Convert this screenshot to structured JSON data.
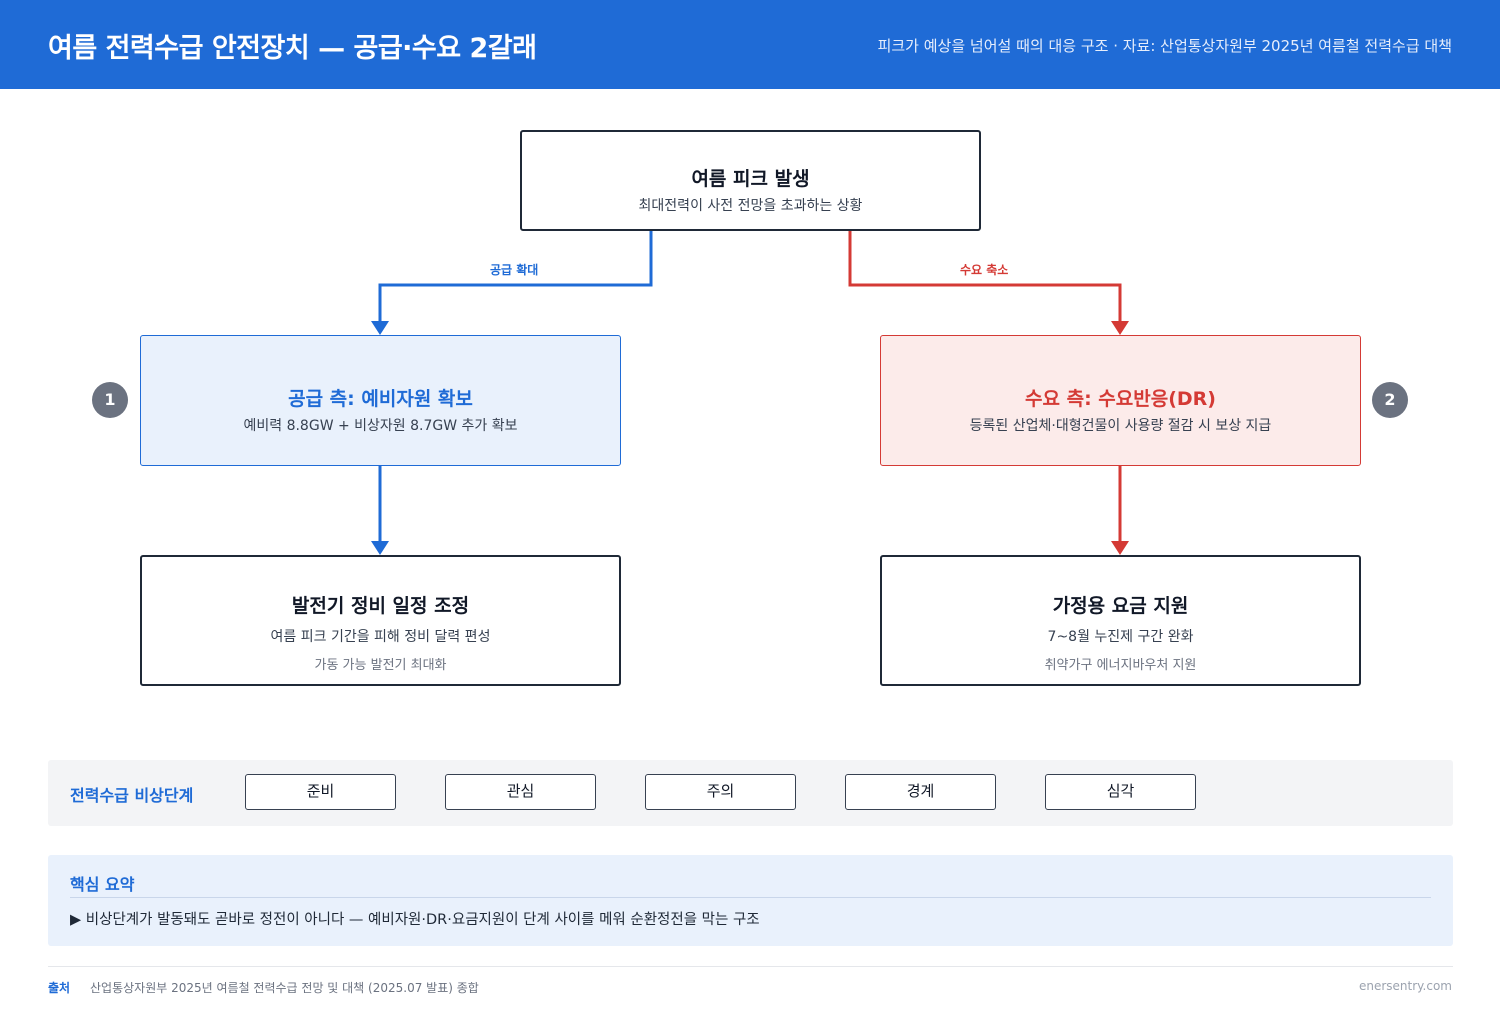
{
  "header": {
    "title": "여름 전력수급 안전장치 — 공급·수요 2갈래",
    "subtitle": "피크가 예상을 넘어설 때의 대응 구조 · 자료: 산업통상자원부 2025년 여름철 전력수급 대책"
  },
  "colors": {
    "primary": "#1f6bd6",
    "demand": "#d43a35",
    "neutral": "#6b7280"
  },
  "diagram": {
    "root": {
      "title": "여름 피크 발생",
      "description": "최대전력이 사전 전망을 초과하는 상황"
    },
    "edges": {
      "supply_label": "공급 확대",
      "demand_label": "수요 축소"
    },
    "supply": {
      "badge": "1",
      "title": "공급 측: 예비자원 확보",
      "description": "예비력 8.8GW + 비상자원 8.7GW 추가 확보",
      "child": {
        "title": "발전기 정비 일정 조정",
        "line1": "여름 피크 기간을 피해 정비 달력 편성",
        "line2": "가동 가능 발전기 최대화"
      }
    },
    "demand": {
      "badge": "2",
      "title": "수요 측: 수요반응(DR)",
      "description": "등록된 산업체·대형건물이 사용량 절감 시 보상 지급",
      "child": {
        "title": "가정용 요금 지원",
        "line1": "7~8월 누진제 구간 완화",
        "line2": "취약가구 에너지바우처 지원"
      }
    }
  },
  "stages": {
    "title": "전력수급 비상단계",
    "items": [
      "준비",
      "관심",
      "주의",
      "경계",
      "심각"
    ]
  },
  "summary": {
    "title": "핵심 요약",
    "text": "▶ 비상단계가 발동돼도 곧바로 정전이 아니다 — 예비자원·DR·요금지원이 단계 사이를 메워 순환정전을 막는 구조"
  },
  "footer": {
    "label": "출처",
    "source": "산업통상자원부 2025년 여름철 전력수급 전망 및 대책 (2025.07 발표) 종합",
    "brand": "enersentry.com"
  }
}
